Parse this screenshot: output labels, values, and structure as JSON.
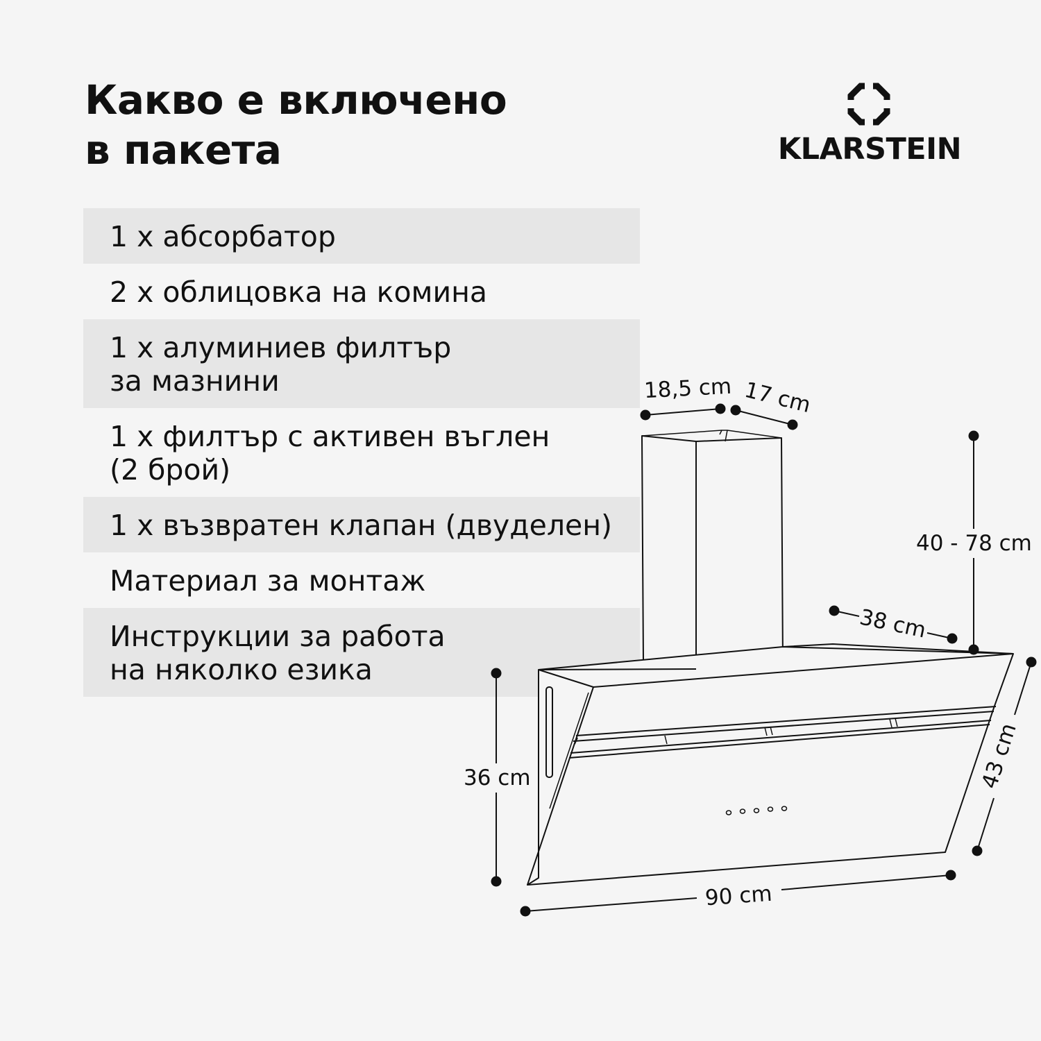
{
  "title": {
    "line1": "Какво е включено",
    "line2": "в пакета"
  },
  "brand": {
    "name": "KLARSTEIN",
    "logo_icon": "diamond-outline-logo-icon"
  },
  "items": [
    {
      "lines": [
        "1 x абсорбатор"
      ],
      "shaded": true
    },
    {
      "lines": [
        "2 x облицовка на комина"
      ],
      "shaded": false
    },
    {
      "lines": [
        "1 x алуминиев филтър",
        "за мазнини"
      ],
      "shaded": true
    },
    {
      "lines": [
        "1 x филтър с активен въглен",
        "(2 брой)"
      ],
      "shaded": false
    },
    {
      "lines": [
        "1 x възвратен клапан (двуделен)"
      ],
      "shaded": true
    },
    {
      "lines": [
        "Материал за монтаж"
      ],
      "shaded": false
    },
    {
      "lines": [
        "Инструкции за работа",
        "на няколко езика"
      ],
      "shaded": true
    }
  ],
  "dimensions": {
    "chimney_width": "18,5 cm",
    "chimney_depth": "17 cm",
    "chimney_height": "40 - 78 cm",
    "hood_depth": "38 cm",
    "hood_height": "36 cm",
    "glass_height": "43 cm",
    "hood_width": "90 cm"
  },
  "colors": {
    "background": "#f5f5f5",
    "band": "#e6e6e6",
    "ink": "#111111"
  }
}
